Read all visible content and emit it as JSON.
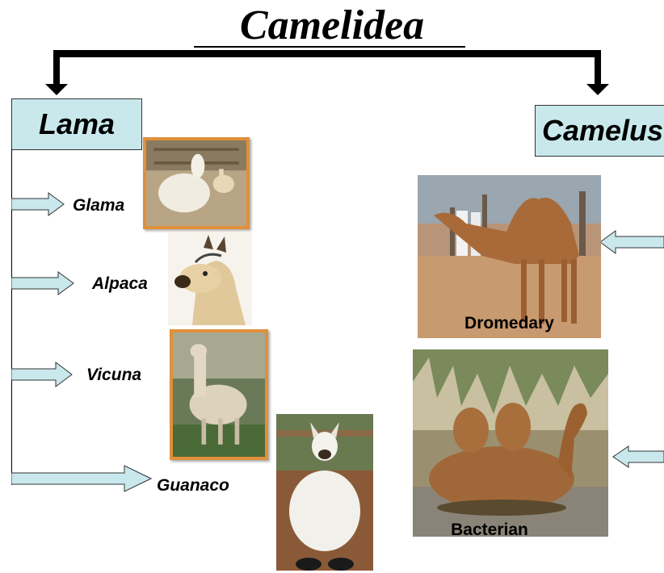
{
  "title": "Camelidea",
  "genera": {
    "lama": {
      "label": "Lama"
    },
    "camelus": {
      "label": "Camelus"
    }
  },
  "lama_species": [
    {
      "name": "Glama"
    },
    {
      "name": "Alpaca"
    },
    {
      "name": "Vicuna"
    },
    {
      "name": "Guanaco"
    }
  ],
  "camelus_species": [
    {
      "name": "Dromedary"
    },
    {
      "name": "Bacterian"
    }
  ],
  "colors": {
    "box_fill": "#c8e8ec",
    "arrow_fill": "#c8e8ec",
    "frame": "#e0903a",
    "line": "#000000"
  }
}
